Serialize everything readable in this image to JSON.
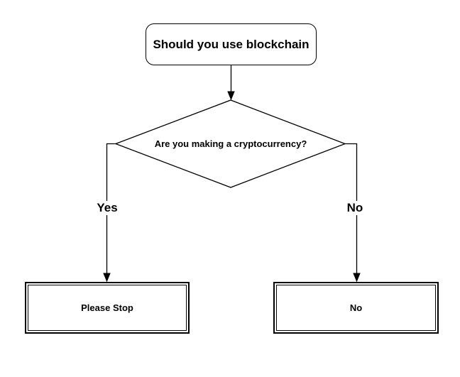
{
  "diagram": {
    "title": "Should you use blockchain",
    "decision_question": "Are you making a cryptocurrency?",
    "edge_labels": {
      "yes": "Yes",
      "no": "No"
    },
    "outcomes": {
      "yes": "Please Stop",
      "no": "No"
    },
    "colors": {
      "stroke": "#000000",
      "fill": "#ffffff",
      "text": "#000000",
      "background": "#ffffff"
    }
  }
}
